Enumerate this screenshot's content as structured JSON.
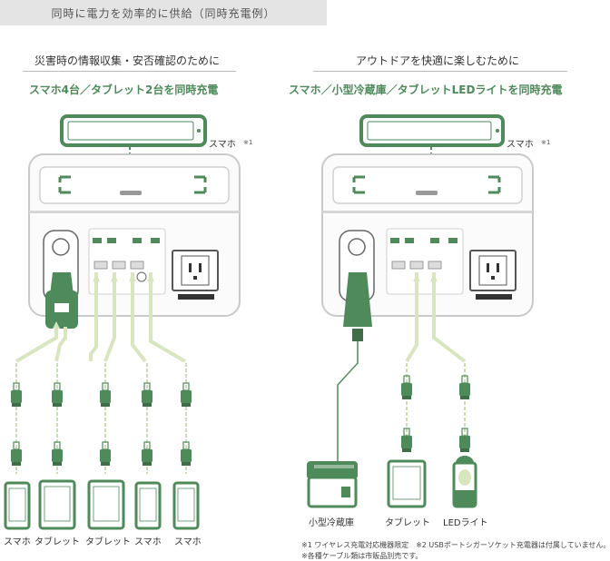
{
  "header": {
    "title": "同時に電力を効率的に供給（同時充電例）"
  },
  "left": {
    "title": "災害時の情報収集・安否確認のために",
    "subtitle": "スマホ4台／タブレット2台を同時充電",
    "phone_label": "スマホ",
    "phone_note": "※1",
    "devices": [
      "スマホ",
      "タブレット",
      "タブレット",
      "スマホ",
      "スマホ"
    ]
  },
  "right": {
    "title": "アウトドアを快適に楽しむために",
    "subtitle": "スマホ／小型冷蔵庫／タブレットLEDライトを同時充電",
    "phone_label": "スマホ",
    "phone_note": "※1",
    "devices": [
      "小型冷蔵庫",
      "タブレット",
      "LEDライト"
    ]
  },
  "footnotes": {
    "line1": "※1 ワイヤレス充電対応機器限定　※2 USBポートシガーソケット充電器は付属していません。",
    "line2": "※各種ケーブル類は市販品別売です。"
  },
  "colors": {
    "accent_green": "#4e8a5a",
    "dark_green": "#3f6e48",
    "cable_light": "#d8e6bf"
  }
}
